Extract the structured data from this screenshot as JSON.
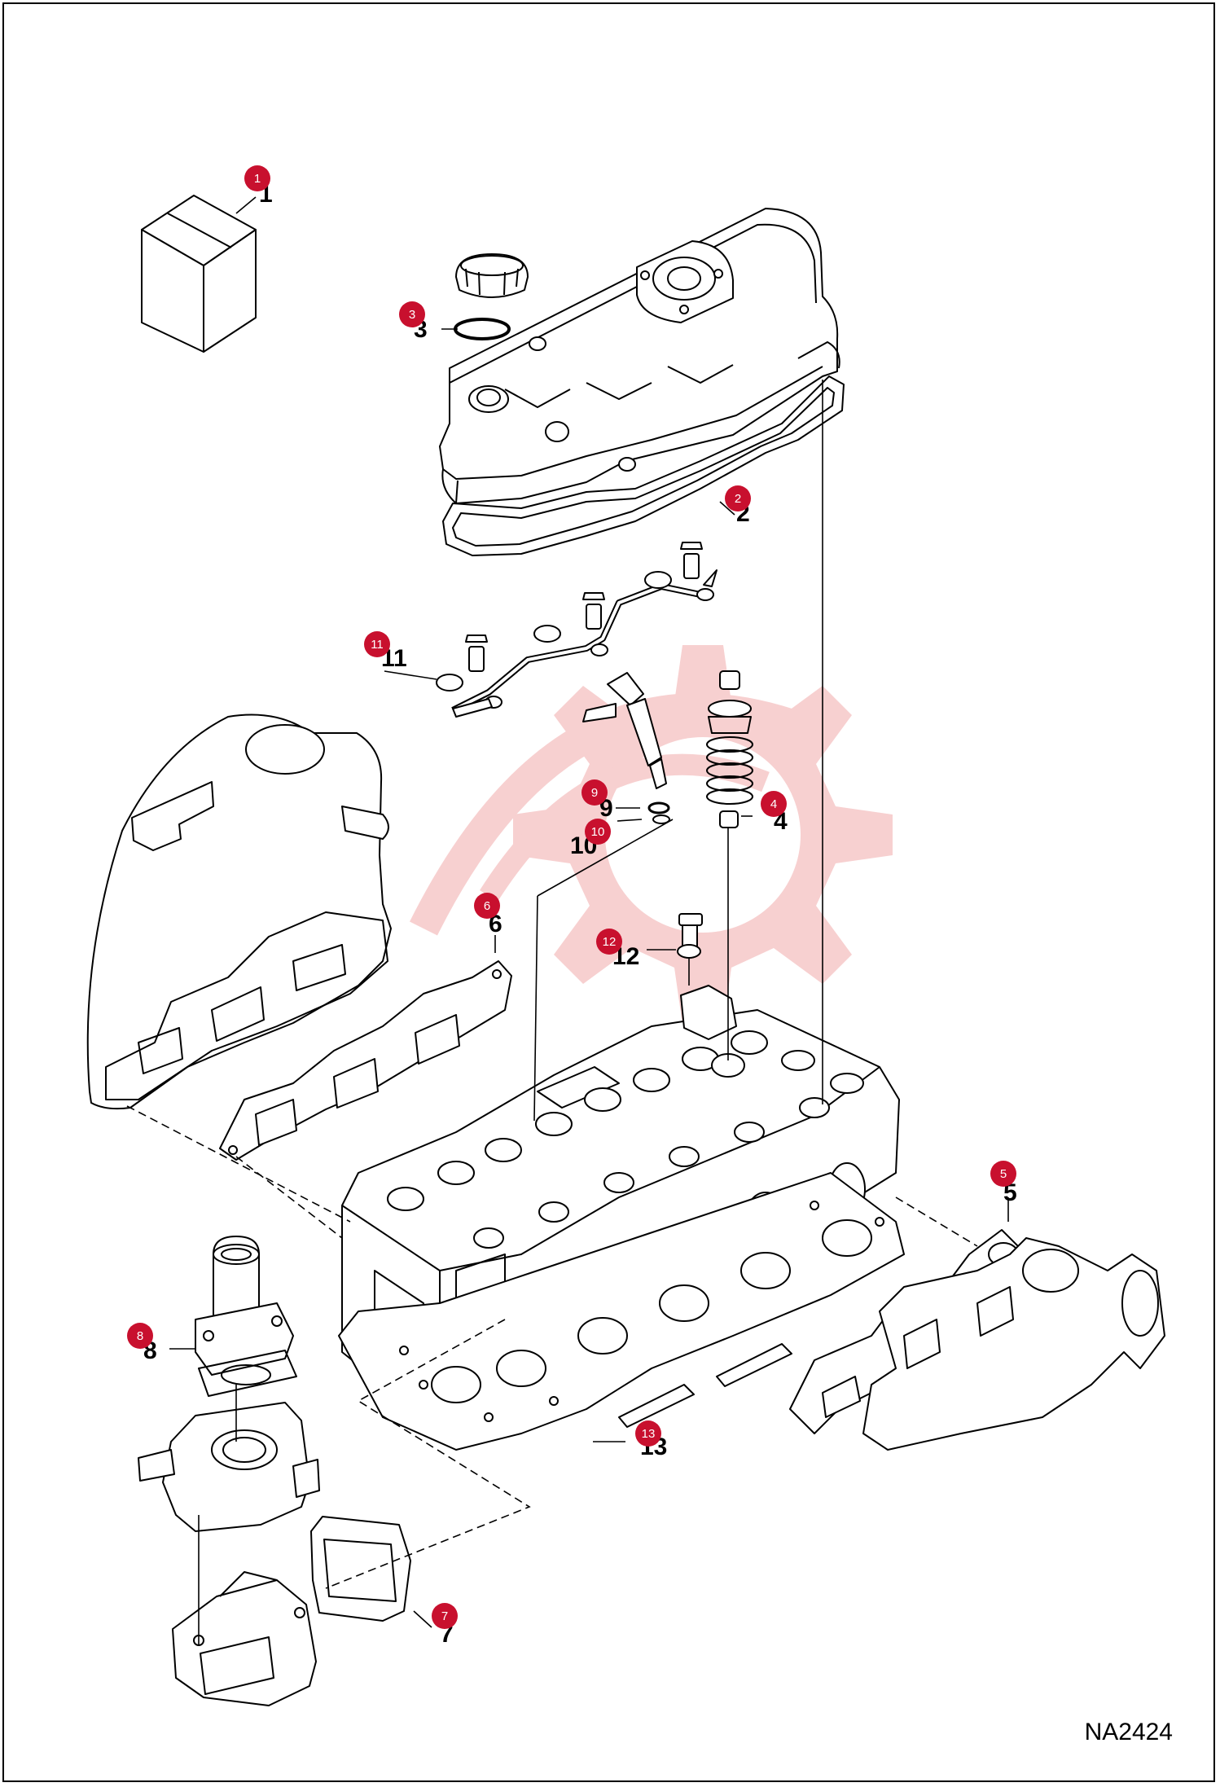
{
  "diagram": {
    "id_label": "NA2424",
    "callout_color": "#c8102e",
    "watermark_color": "#f2aaaa",
    "callouts": [
      {
        "n": "1",
        "label": "1"
      },
      {
        "n": "2",
        "label": "2"
      },
      {
        "n": "3",
        "label": "3"
      },
      {
        "n": "4",
        "label": "4"
      },
      {
        "n": "5",
        "label": "5"
      },
      {
        "n": "6",
        "label": "6"
      },
      {
        "n": "7",
        "label": "7"
      },
      {
        "n": "8",
        "label": "8"
      },
      {
        "n": "9",
        "label": "9"
      },
      {
        "n": "10",
        "label": "10"
      },
      {
        "n": "11",
        "label": "11"
      },
      {
        "n": "12",
        "label": "12"
      },
      {
        "n": "13",
        "label": "13"
      }
    ],
    "part_numbers": [
      "1",
      "2",
      "3",
      "4",
      "5",
      "6",
      "7",
      "8",
      "9",
      "10",
      "11",
      "12",
      "13"
    ],
    "parts": [
      {
        "name": "kit-box"
      },
      {
        "name": "valve-cover-gasket"
      },
      {
        "name": "oil-cap-o-ring"
      },
      {
        "name": "valve-stem-seal"
      },
      {
        "name": "exhaust-manifold-gasket"
      },
      {
        "name": "intake-manifold-gasket"
      },
      {
        "name": "water-pump-gasket"
      },
      {
        "name": "thermostat-gasket"
      },
      {
        "name": "injector-o-ring"
      },
      {
        "name": "injector-washer"
      },
      {
        "name": "fuel-line-washer"
      },
      {
        "name": "bolt-washer"
      },
      {
        "name": "cylinder-head-gasket"
      }
    ]
  }
}
